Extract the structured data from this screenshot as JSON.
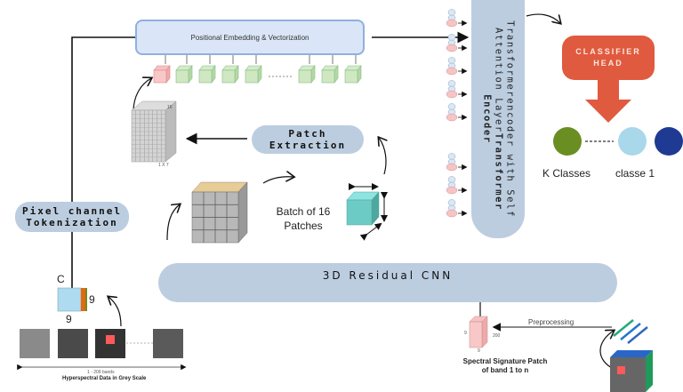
{
  "diagram": {
    "positional_embedding": "Positional Embedding & Vectorization",
    "patch_extraction": [
      "Patch",
      "Extraction"
    ],
    "pixel_tokenization": [
      "Pixel channel",
      "Tokenization"
    ],
    "residual_cnn": "3D Residual CNN",
    "encoder_lines": [
      "Transformerencoder with Self",
      "Attention Layer",
      "Transformer",
      "Encoder"
    ],
    "classifier_head": [
      "CLASSIFIER",
      "HEAD"
    ],
    "k_classes": "K Classes",
    "classe_1": "classe 1",
    "batch_label": [
      "Batch of 16",
      "Patches"
    ],
    "token_dims": {
      "c": "C",
      "h": "9",
      "w": "9"
    },
    "feature_cube_dims": {
      "depth": "16",
      "bottom": "1 X 7"
    },
    "bands_range": "1 - 209 bands",
    "hyperspectral_caption": "Hyperspectral Data in Grey Scale",
    "preprocessing": "Preprocessing",
    "spectral_patch_dims": {
      "h": "9",
      "w": "9",
      "d": "200"
    },
    "spectral_caption": [
      "Spectral Signature Patch",
      "of band 1 to n"
    ],
    "class_colors": [
      "#6b8e23",
      "#a8d8ea",
      "#1f3a93"
    ],
    "token_count_visible": 8
  }
}
